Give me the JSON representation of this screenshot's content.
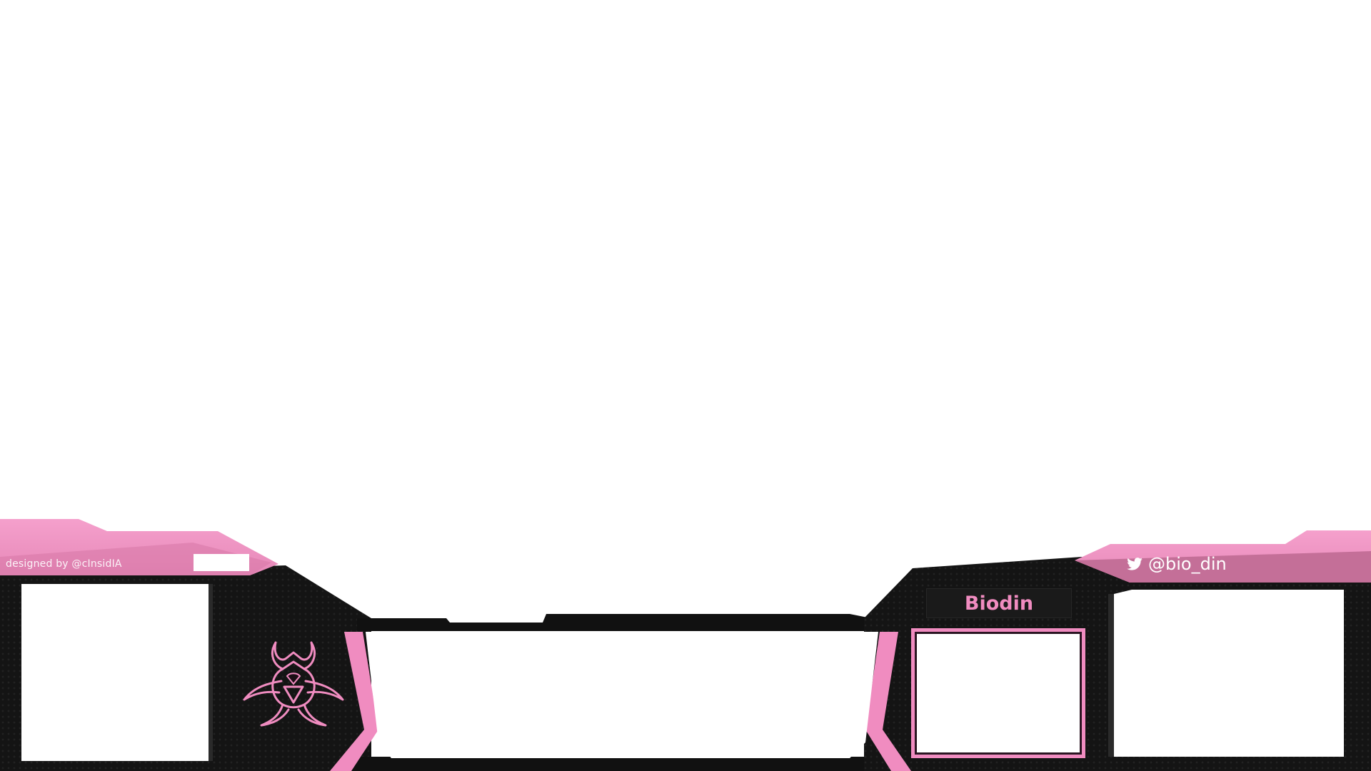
{
  "overlay": {
    "credit_text": "designed by @cInsidIA",
    "twitter_handle": "@bio_din",
    "streamer_name": "Biodin",
    "colors": {
      "accent_pink": "#f08cc0",
      "pink_dark": "#c46f98",
      "frame_black": "#131313",
      "frame_dark": "#1c1c1c",
      "panel_white": "#ffffff"
    },
    "icons": {
      "twitter": "twitter-bird-icon",
      "logo": "tribal-horned-knot-icon"
    }
  }
}
